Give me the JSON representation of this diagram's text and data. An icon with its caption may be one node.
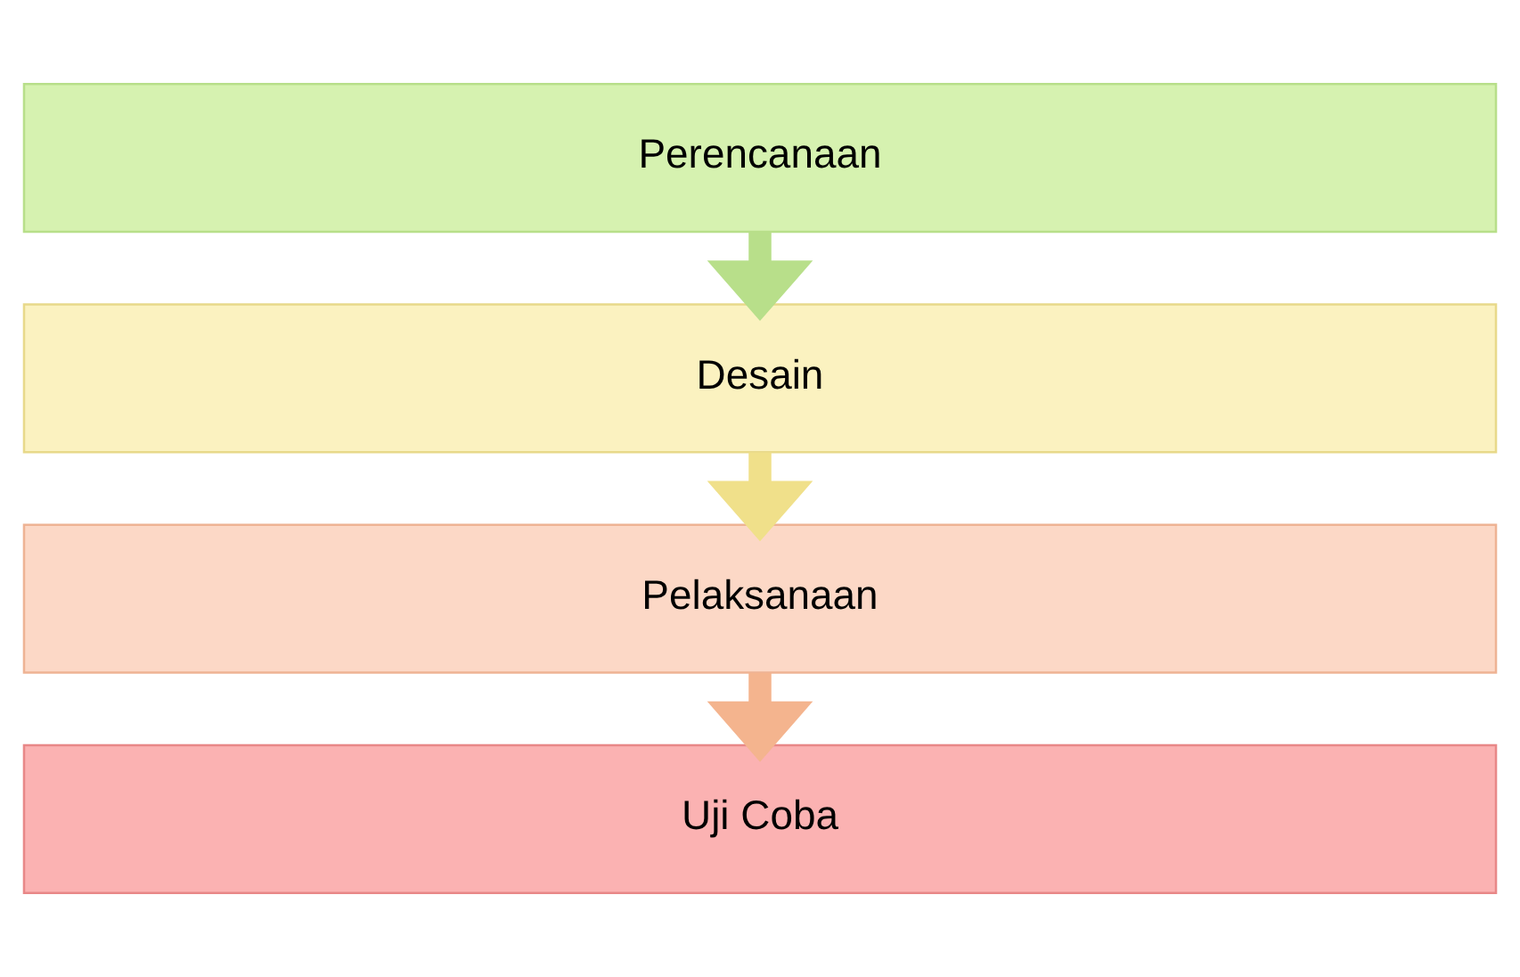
{
  "diagram": {
    "nodes": [
      {
        "text": [
          "Perencanaan"
        ]
      },
      {
        "text": [
          "Desain"
        ]
      },
      {
        "text": [
          "Pelaksanaan"
        ]
      },
      {
        "text": [
          "Uji Coba"
        ]
      }
    ],
    "edges": [
      {
        "from": 0,
        "to": 1,
        "arrow": "to",
        "color": "#b8df8a"
      },
      {
        "from": 1,
        "to": 2,
        "arrow": "to",
        "color": "#f0e08a"
      },
      {
        "from": 2,
        "to": 3,
        "arrow": "to",
        "color": "#f4b48e"
      }
    ]
  }
}
